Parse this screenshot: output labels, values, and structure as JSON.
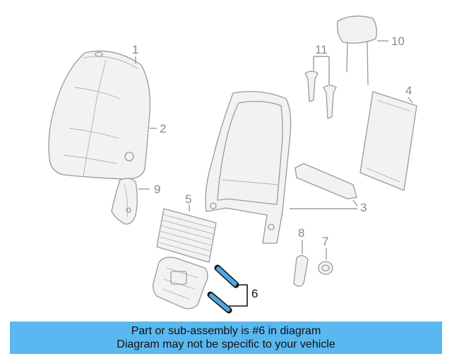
{
  "diagram": {
    "callouts": {
      "c1": "1",
      "c2": "2",
      "c3": "3",
      "c4": "4",
      "c5": "5",
      "c6": "6",
      "c7": "7",
      "c8": "8",
      "c9": "9",
      "c10": "10",
      "c11": "11"
    },
    "highlighted_part": "6",
    "colors": {
      "part_line": "#9a9a9a",
      "highlight": "#111111",
      "highlight_fill": "#4fa8e0",
      "banner_bg": "#5ab8f0"
    }
  },
  "banner": {
    "line1": "Part or sub-assembly is #6 in diagram",
    "line2": "Diagram may not be specific to your vehicle"
  }
}
